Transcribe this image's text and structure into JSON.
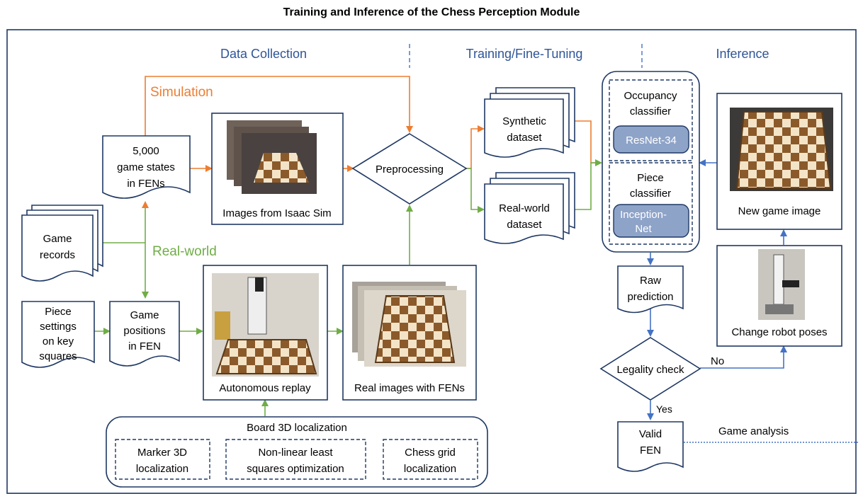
{
  "title": "Training and Inference of the Chess Perception Module",
  "sections": {
    "data_collection": "Data Collection",
    "training": "Training/Fine-Tuning",
    "inference": "Inference"
  },
  "branches": {
    "simulation": "Simulation",
    "real_world": "Real-world"
  },
  "docs": {
    "game_states": [
      "5,000",
      "game states",
      "in FENs"
    ],
    "game_records": [
      "Game",
      "records"
    ],
    "piece_settings": [
      "Piece",
      "settings",
      "on key",
      "squares"
    ],
    "game_positions": [
      "Game",
      "positions",
      "in FEN"
    ],
    "synthetic": [
      "Synthetic",
      "dataset"
    ],
    "realworld": [
      "Real-world",
      "dataset"
    ],
    "raw": [
      "Raw",
      "prediction"
    ],
    "valid": [
      "Valid",
      "FEN"
    ]
  },
  "image_boxes": {
    "isaac": "Images from Isaac Sim",
    "replay": "Autonomous replay",
    "real_images": "Real images with FENs",
    "new_game": "New game image",
    "robot": "Change robot poses"
  },
  "preprocessing": "Preprocessing",
  "model": {
    "occupancy": [
      "Occupancy",
      "classifier"
    ],
    "occupancy_net": "ResNet-34",
    "piece": [
      "Piece",
      "classifier"
    ],
    "piece_net": [
      "Inception-",
      "Net"
    ]
  },
  "legality": "Legality check",
  "edge_labels": {
    "no": "No",
    "yes": "Yes",
    "analysis": "Game analysis"
  },
  "localization": {
    "title": "Board 3D localization",
    "marker": [
      "Marker 3D",
      "localization"
    ],
    "nonlinear": [
      "Non-linear least",
      "squares optimization"
    ],
    "grid": [
      "Chess grid",
      "localization"
    ]
  },
  "colors": {
    "frame": "#1f3864",
    "section": "#2f5597",
    "simulation": "#ed7d31",
    "real_world": "#70ad47",
    "inference": "#4472c4",
    "net": "#8ea3c8"
  }
}
